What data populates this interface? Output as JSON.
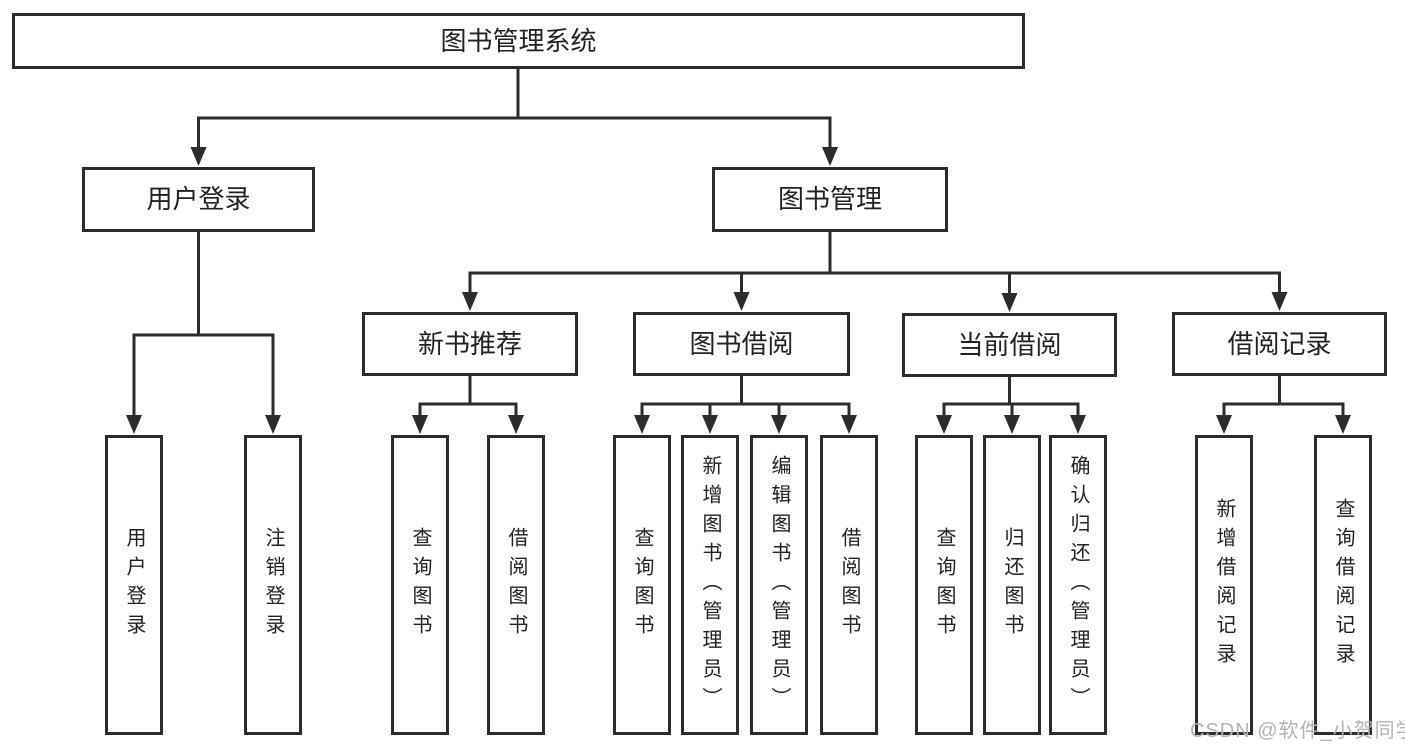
{
  "diagram_title": "图书管理系统",
  "nodes": {
    "root": "图书管理系统",
    "level2": [
      "用户登录",
      "图书管理"
    ],
    "level3": [
      "新书推荐",
      "图书借阅",
      "当前借阅",
      "借阅记录"
    ],
    "user_login_children": [
      "用户登录",
      "注销登录"
    ],
    "new_book_children": [
      "查询图书",
      "借阅图书"
    ],
    "book_borrow_children": [
      "查询图书",
      "新增图书（管理员）",
      "编辑图书（管理员）",
      "借阅图书"
    ],
    "current_borrow_children": [
      "查询图书",
      "归还图书",
      "确认归还（管理员）"
    ],
    "borrow_record_children": [
      "新增借阅记录",
      "查询借阅记录"
    ]
  },
  "watermark": "CSDN @软件_小贺同学",
  "colors": {
    "line": "#2c2c2c",
    "box_border": "#2c2c2c",
    "text": "#222222",
    "watermark": "#b3b3b3",
    "background": "#ffffff"
  }
}
